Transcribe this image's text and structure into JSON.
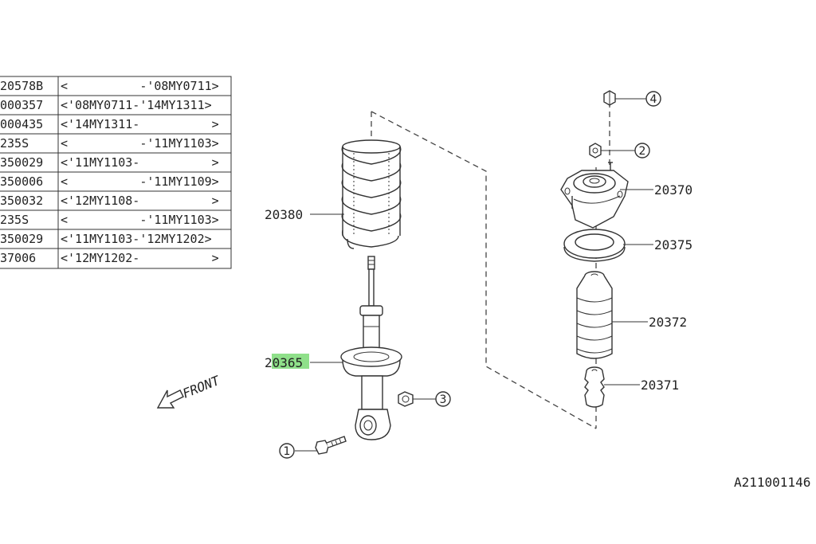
{
  "table": {
    "rows": [
      {
        "part": "20578B",
        "range": "<          -'08MY0711>"
      },
      {
        "part": "000357",
        "range": "<'08MY0711-'14MY1311>"
      },
      {
        "part": "000435",
        "range": "<'14MY1311-          >"
      },
      {
        "part": "235S",
        "range": "<          -'11MY1103>"
      },
      {
        "part": "350029",
        "range": "<'11MY1103-          >"
      },
      {
        "part": "350006",
        "range": "<          -'11MY1109>"
      },
      {
        "part": "350032",
        "range": "<'12MY1108-          >"
      },
      {
        "part": "235S",
        "range": "<          -'11MY1103>"
      },
      {
        "part": "350029",
        "range": "<'11MY1103-'12MY1202>"
      },
      {
        "part": "37006",
        "range": "<'12MY1202-          >"
      }
    ]
  },
  "labels": {
    "spring": "20380",
    "strut": "20365",
    "mount": "20370",
    "seat": "20375",
    "bumper_cover": "20372",
    "bump_stop": "20371",
    "front": "FRONT",
    "diagram_id": "A211001146"
  },
  "callouts": {
    "bolt": "1",
    "nut_top": "2",
    "nut_lower": "3",
    "nut_cap": "4"
  },
  "colors": {
    "highlight": "#8fe08a",
    "ink": "#333333"
  }
}
